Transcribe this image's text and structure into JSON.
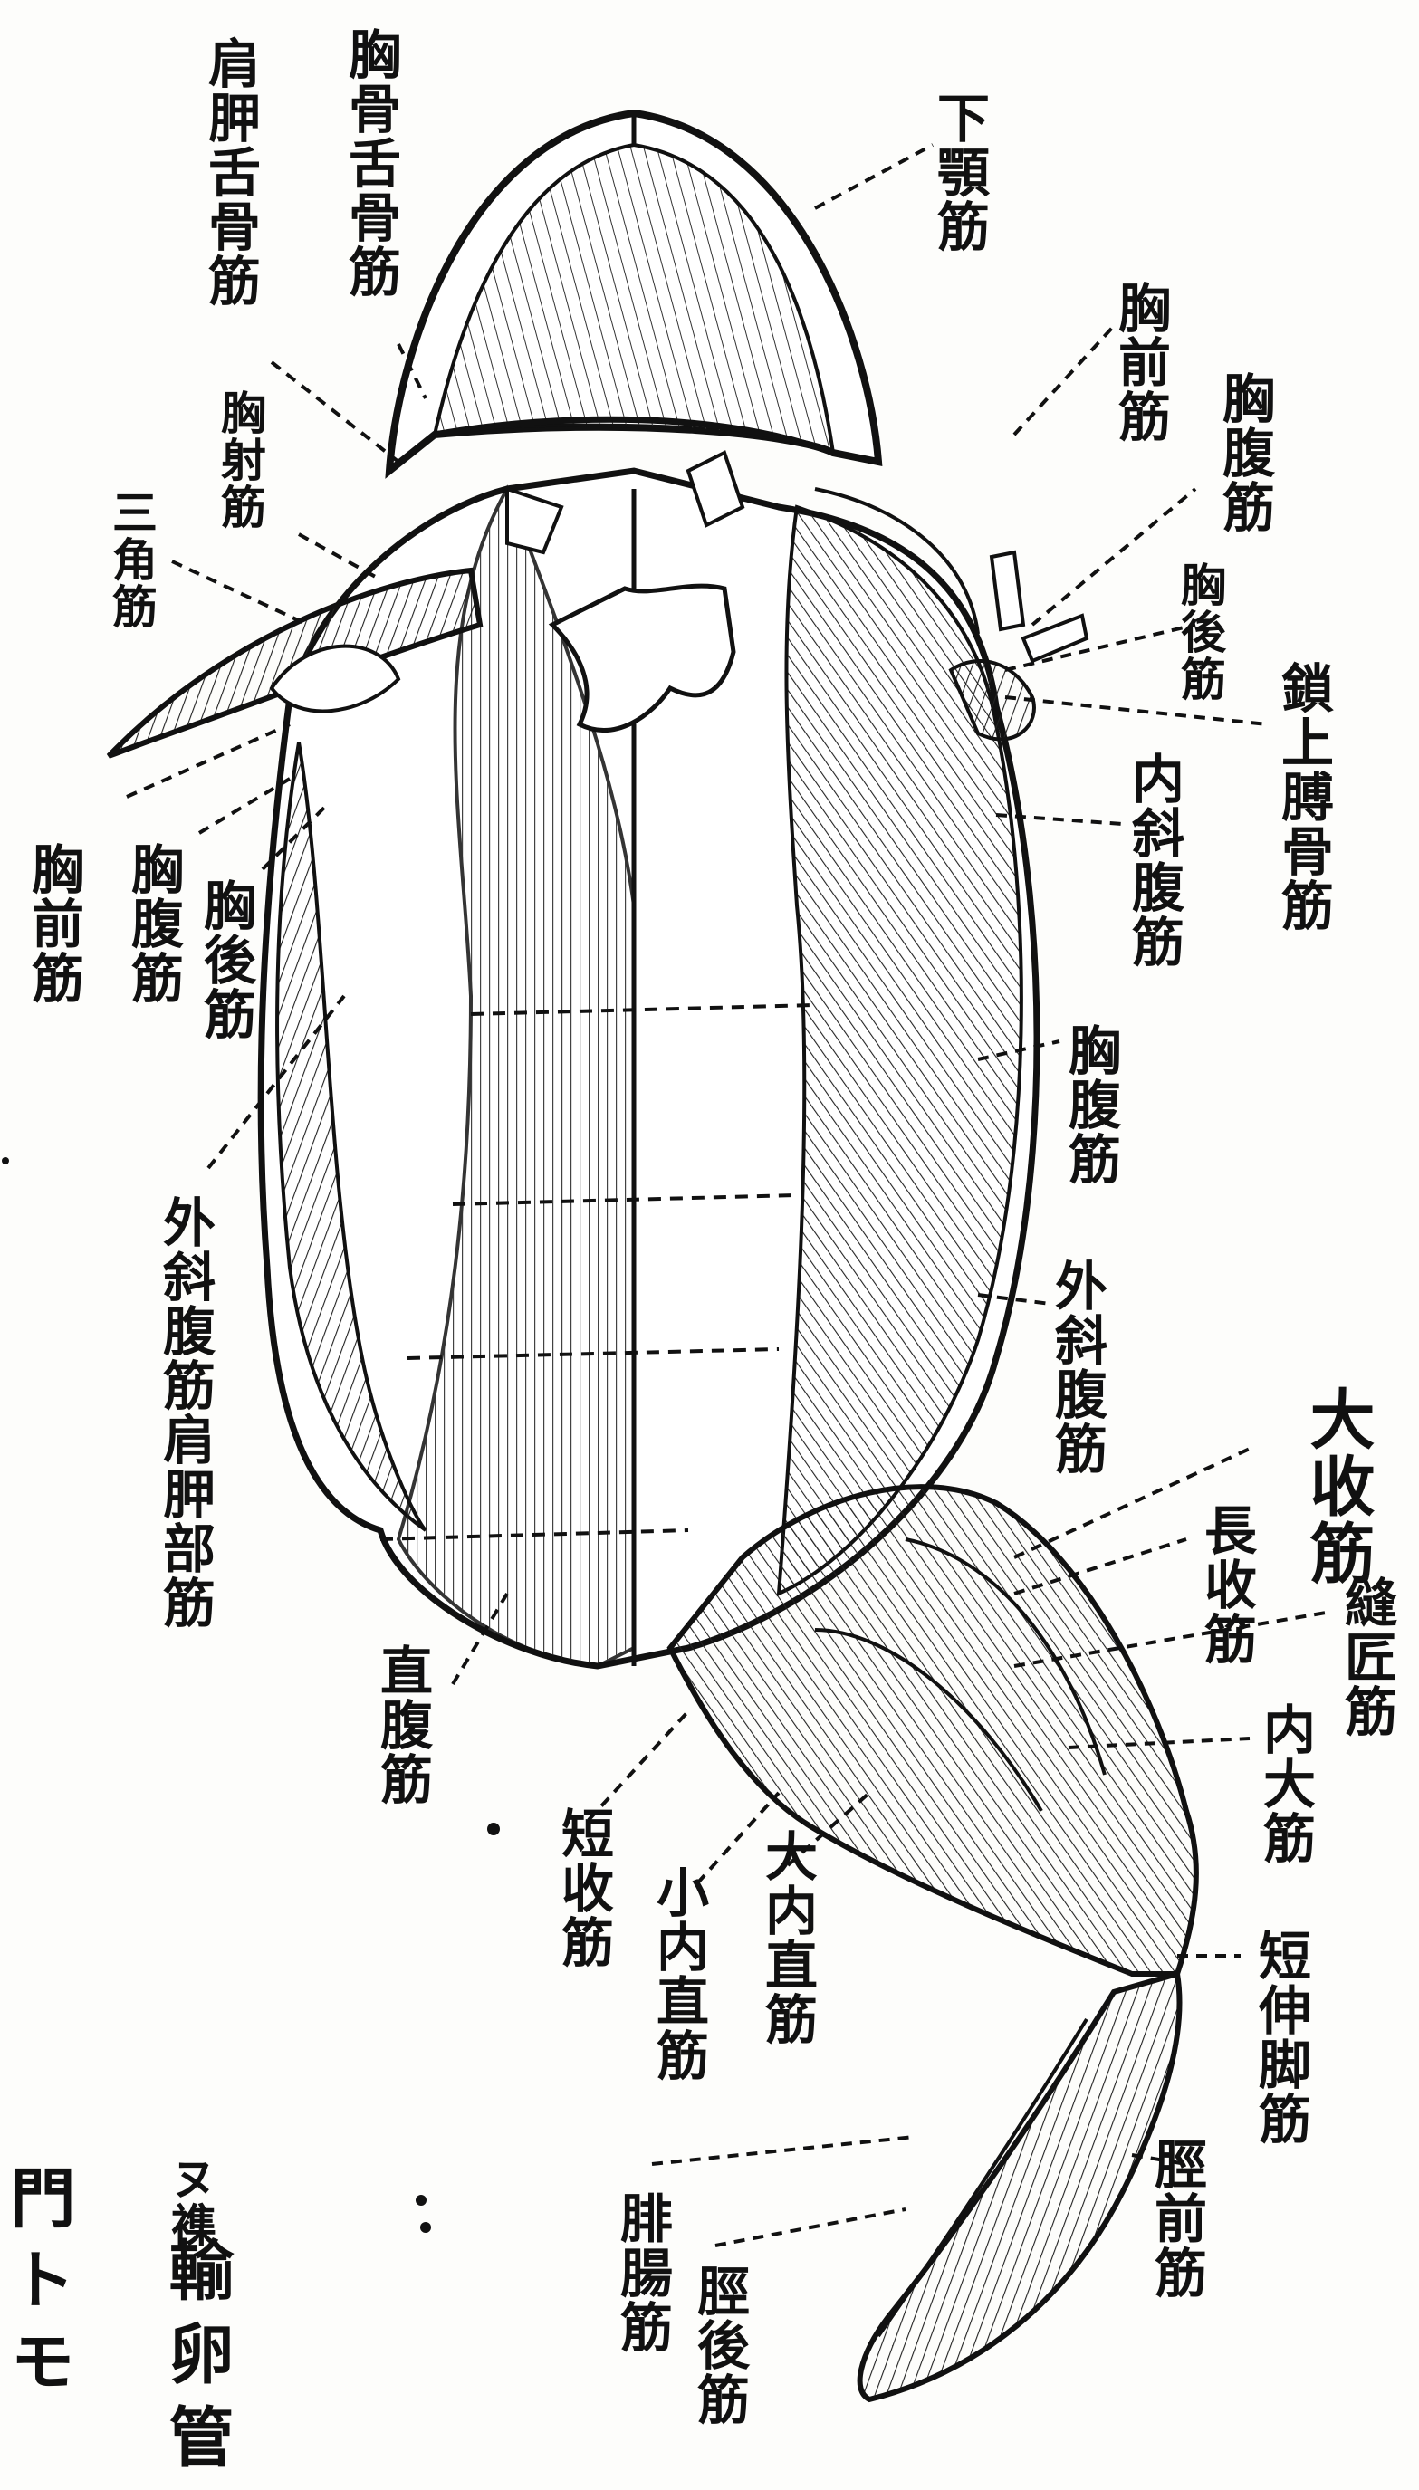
{
  "labels": {
    "kenkou_zetsukotsu": "肩胛舌骨筋",
    "kyoukotsu_zetsukotsu": "胸骨舌骨筋",
    "kagaku": "下顎筋",
    "kyouzen_r": "胸前筋",
    "kyoufuku_r": "胸腹筋",
    "kyousha": "胸射筋",
    "sankaku": "三角筋",
    "kyougo_r": "胸後筋",
    "sajou_joukotsu": "鎖上膊骨筋",
    "naishafuku": "内斜腹筋",
    "kyouzen_l": "胸前筋",
    "kyoufuku_l": "胸腹筋",
    "kyougo_l": "胸後筋",
    "kyoufuku_r2": "胸腹筋",
    "gaishafuku_kenkou": "外斜腹筋肩胛部筋",
    "gaishafuku_r": "外斜腹筋",
    "daishuu": "大收筋",
    "choushuu": "長收筋",
    "houshou": "縫匠筋",
    "naidai": "内大筋",
    "chokufuku": "直腹筋",
    "tanshuu": "短收筋",
    "shounaichoku": "小内直筋",
    "dainaichoku": "大内直筋",
    "tanshinkyaku": "短伸脚筋",
    "keizen": "脛前筋",
    "hichou": "腓腸筋",
    "keigo": "脛後筋"
  },
  "margin_text": {
    "col1": "門トモ",
    "col2_top": "ヌ襍",
    "col2": "輸卵管"
  },
  "colors": {
    "ink": "#111111",
    "paper": "#fdfdfb"
  }
}
